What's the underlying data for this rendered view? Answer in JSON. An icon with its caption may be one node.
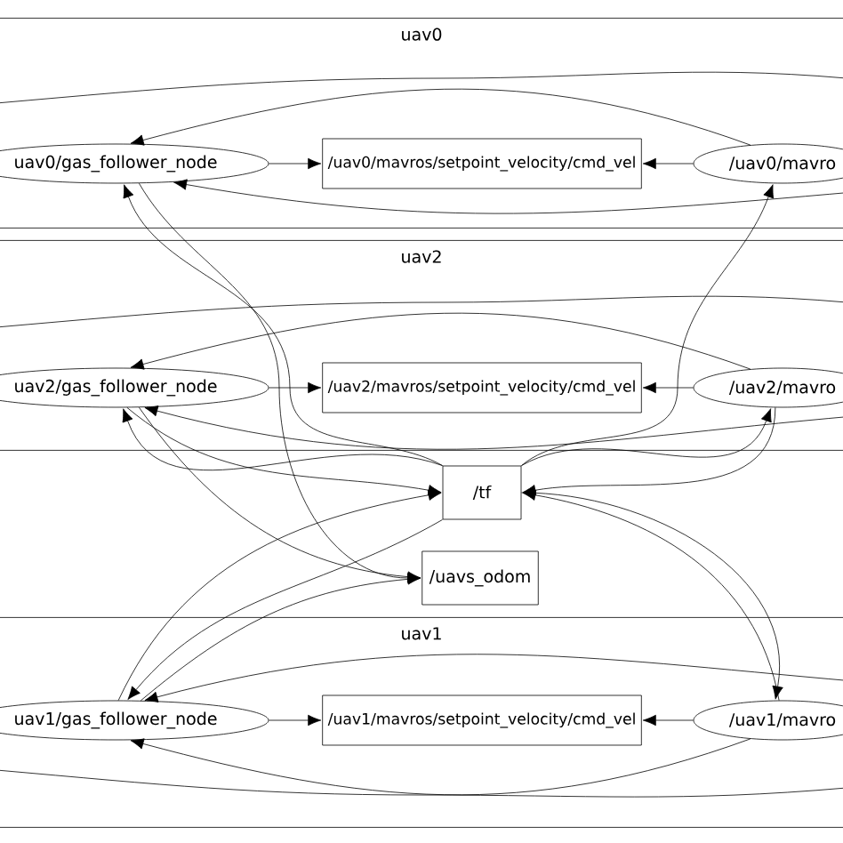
{
  "diagram": {
    "nodes": [
      {
        "text": [
          "uav0"
        ]
      },
      {
        "text": [
          "uav0/gas_follower_node"
        ],
        "in": 0
      },
      {
        "text": [
          "/uav0/mavros/setpoint_velocity/cmd_vel"
        ],
        "in": 0
      },
      {
        "text": [
          "/uav0/mavro"
        ],
        "in": 0
      },
      {
        "text": [
          "uav2"
        ]
      },
      {
        "text": [
          "uav2/gas_follower_node"
        ],
        "in": 4
      },
      {
        "text": [
          "/uav2/mavros/setpoint_velocity/cmd_vel"
        ],
        "in": 4
      },
      {
        "text": [
          "/uav2/mavro"
        ],
        "in": 4
      },
      {
        "text": [
          "/tf"
        ]
      },
      {
        "text": [
          "/uavs_odom"
        ]
      },
      {
        "text": [
          "uav1"
        ]
      },
      {
        "text": [
          "uav1/gas_follower_node"
        ],
        "in": 10
      },
      {
        "text": [
          "/uav1/mavros/setpoint_velocity/cmd_vel"
        ],
        "in": 10
      },
      {
        "text": [
          "/uav1/mavro"
        ],
        "in": 10
      }
    ],
    "edges": [
      {
        "from": 1,
        "to": 2,
        "arrow": "to"
      },
      {
        "from": 3,
        "to": 2,
        "arrow": "to"
      },
      {
        "from": 3,
        "to": 1,
        "arrow": "to"
      },
      {
        "from": null,
        "to": 1,
        "arrow": "to"
      },
      {
        "from": 5,
        "to": 6,
        "arrow": "to"
      },
      {
        "from": 7,
        "to": 6,
        "arrow": "to"
      },
      {
        "from": 7,
        "to": 5,
        "arrow": "to"
      },
      {
        "from": null,
        "to": 5,
        "arrow": "to"
      },
      {
        "from": 11,
        "to": 12,
        "arrow": "to"
      },
      {
        "from": 13,
        "to": 12,
        "arrow": "to"
      },
      {
        "from": null,
        "to": 11,
        "arrow": "to"
      },
      {
        "from": 13,
        "to": 11,
        "arrow": "to"
      },
      {
        "from": 8,
        "to": 1,
        "arrow": "to"
      },
      {
        "from": 8,
        "to": 3,
        "arrow": "to"
      },
      {
        "from": 1,
        "to": 9,
        "arrow": "to"
      },
      {
        "from": 5,
        "to": 9,
        "arrow": "to"
      },
      {
        "from": 11,
        "to": 9,
        "arrow": "to"
      },
      {
        "from": 5,
        "to": 8,
        "arrow": "to"
      },
      {
        "from": 11,
        "to": 8,
        "arrow": "to"
      },
      {
        "from": 7,
        "to": 8,
        "arrow": "to"
      },
      {
        "from": 13,
        "to": 8,
        "arrow": "to"
      },
      {
        "from": 8,
        "to": 13,
        "arrow": "to"
      },
      {
        "from": 8,
        "to": 7,
        "arrow": "to"
      },
      {
        "from": 8,
        "to": 5,
        "arrow": "to"
      },
      {
        "from": 8,
        "to": 11,
        "arrow": "to"
      }
    ]
  }
}
